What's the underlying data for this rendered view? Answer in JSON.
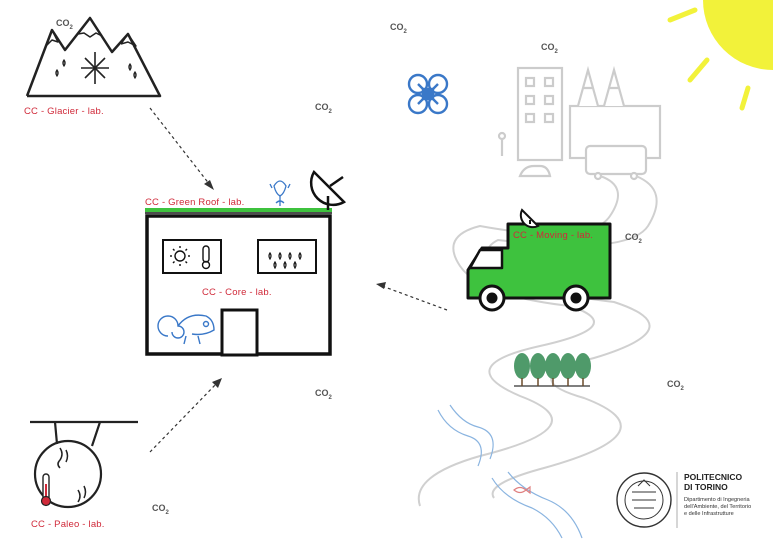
{
  "labels": {
    "glacier": "CC - Glacier - lab.",
    "green_roof": "CC - Green Roof - lab.",
    "core": "CC - Core - lab.",
    "moving": "CC - Moving - lab.",
    "paleo": "CC - Paleo - lab."
  },
  "co2_tags": [
    "CO",
    "CO",
    "CO",
    "CO",
    "CO",
    "CO",
    "CO",
    "CO"
  ],
  "co2_subscript": "2",
  "institution": {
    "name_line1": "POLITECNICO",
    "name_line2": "DI TORINO",
    "dept_line1": "Dipartimento di Ingegneria",
    "dept_line2": "dell'Ambiente, del Territorio",
    "dept_line3": "e delle Infrastrutture"
  },
  "colors": {
    "label_red": "#d02a3a",
    "van_green": "#3ec23e",
    "sun_yellow": "#f2f23a",
    "drone_blue": "#3a78c8",
    "water_blue": "#8ab4e0",
    "tree_green": "#4f9a6a",
    "city_gray": "#cccccc"
  }
}
